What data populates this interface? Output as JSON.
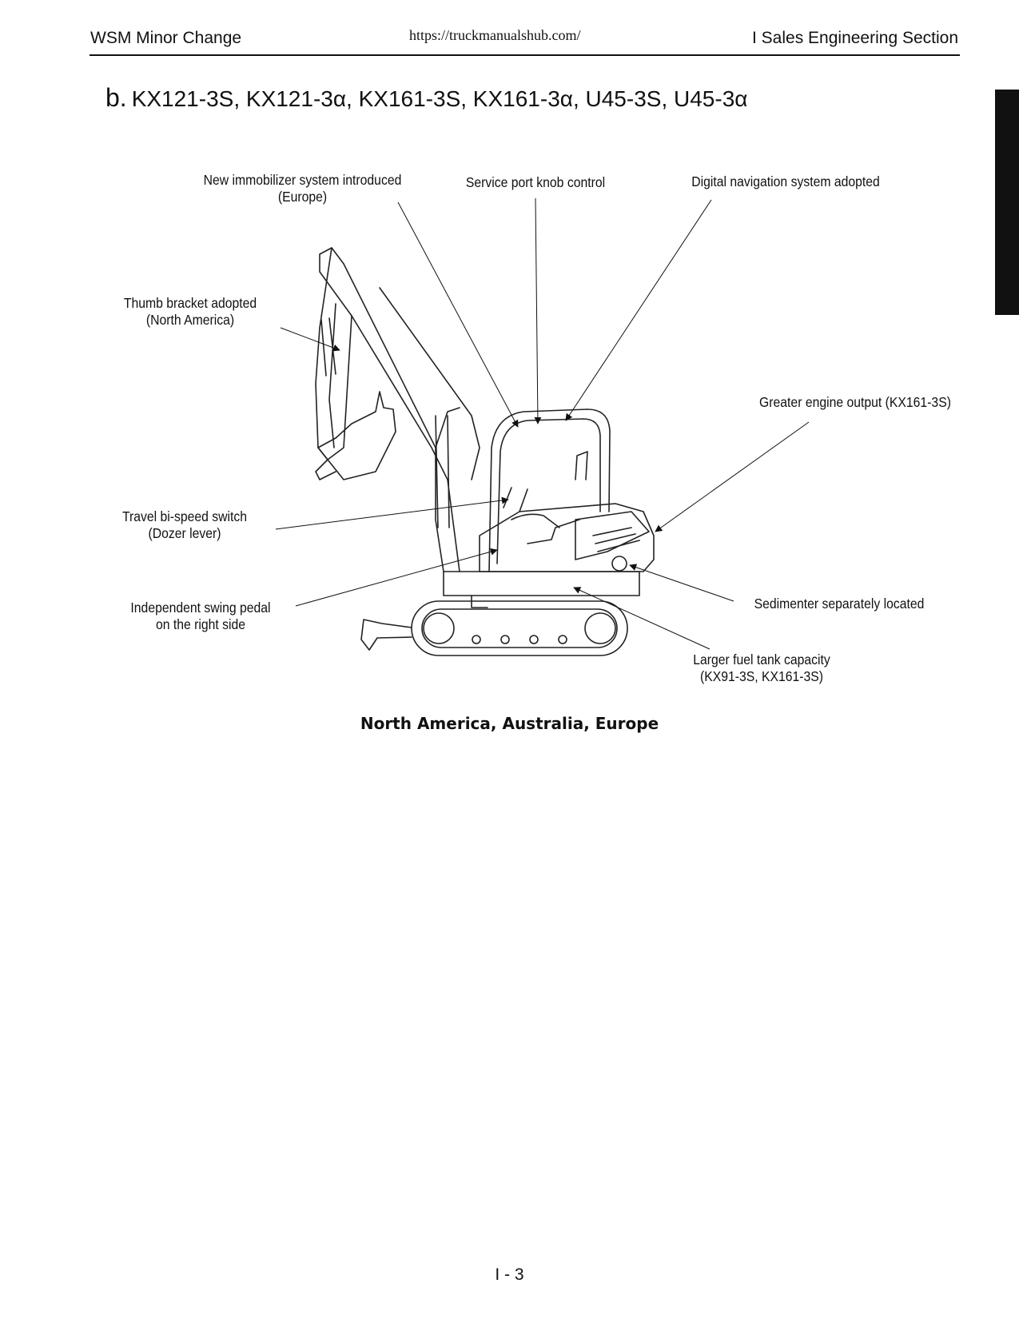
{
  "header": {
    "left": "WSM Minor Change",
    "url": "https://truckmanualshub.com/",
    "right": "I Sales Engineering Section"
  },
  "section": {
    "marker": "b.",
    "title": "KX121-3S, KX121-3α, KX161-3S, KX161-3α, U45-3S, U45-3α"
  },
  "callouts": {
    "immobilizer": {
      "line1": "New immobilizer system introduced",
      "line2": "(Europe)"
    },
    "service_port": {
      "line1": "Service port knob control"
    },
    "digital_nav": {
      "line1": "Digital navigation system adopted"
    },
    "thumb_bracket": {
      "line1": "Thumb bracket adopted",
      "line2": "(North America)"
    },
    "engine_output": {
      "line1": "Greater engine output (KX161-3S)"
    },
    "travel_switch": {
      "line1": "Travel bi-speed switch",
      "line2": "(Dozer lever)"
    },
    "swing_pedal": {
      "line1": "Independent swing pedal",
      "line2": "on the right side"
    },
    "sedimenter": {
      "line1": "Sedimenter separately located"
    },
    "fuel_tank": {
      "line1": "Larger fuel tank capacity",
      "line2": "(KX91-3S, KX161-3S)"
    }
  },
  "caption": "North America, Australia, Europe",
  "footer": {
    "page": "I - 3"
  }
}
